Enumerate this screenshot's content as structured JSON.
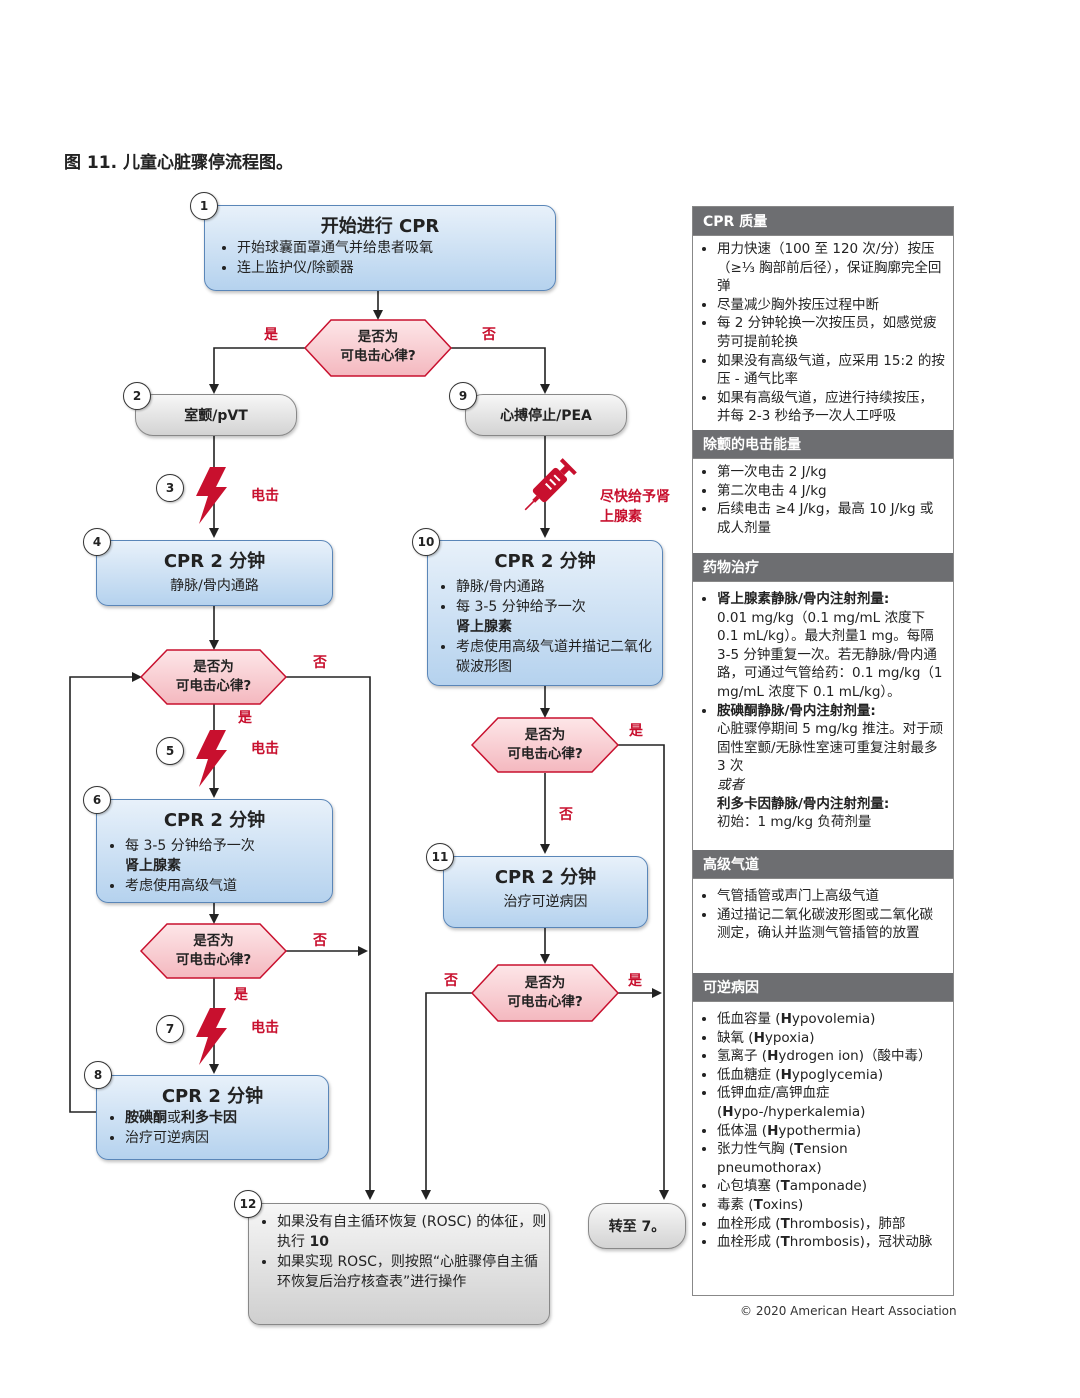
{
  "figure_title": "图 11. 儿童心脏骤停流程图。",
  "nodes": {
    "n1": {
      "num": "1",
      "title": "开始进行 CPR",
      "items": [
        "开始球囊面罩通气并给患者吸氧",
        "连上监护仪/除颤器"
      ]
    },
    "n2": {
      "num": "2",
      "label": "室颤/pVT"
    },
    "n3": {
      "num": "3",
      "label": "电击"
    },
    "n4": {
      "num": "4",
      "title": "CPR 2 分钟",
      "sub": "静脉/骨内通路"
    },
    "n5": {
      "num": "5",
      "label": "电击"
    },
    "n6": {
      "num": "6",
      "title": "CPR 2 分钟",
      "item1": "每 3-5 分钟给予一次",
      "item1b": "肾上腺素",
      "item2": "考虑使用高级气道"
    },
    "n7": {
      "num": "7",
      "label": "电击"
    },
    "n8": {
      "num": "8",
      "title": "CPR 2 分钟",
      "item1a": "胺碘酮",
      "item1mid": "或",
      "item1b": "利多卡因",
      "item2": "治疗可逆病因"
    },
    "n9": {
      "num": "9",
      "label": "心搏停止/PEA"
    },
    "n10": {
      "num": "10",
      "title": "CPR 2 分钟",
      "item1": "静脉/骨内通路",
      "item2": "每 3-5 分钟给予一次",
      "item2b": "肾上腺素",
      "item3": "考虑使用高级气道并描记二氧化碳波形图"
    },
    "n10_drug": "尽快给予肾上腺素",
    "n11": {
      "num": "11",
      "title": "CPR 2 分钟",
      "sub": "治疗可逆病因"
    },
    "n12": {
      "num": "12",
      "item1a": "如果没有自主循环恢复 (ROSC) 的体征，则执行 ",
      "item1b": "10",
      "item2": "如果实现 ROSC，则按照“心脏骤停自主循环恢复后治疗核查表”进行操作"
    },
    "goto7": "转至 7。"
  },
  "decision_line1": "是否为",
  "decision_line2": "可电击心律?",
  "yes": "是",
  "no": "否",
  "panel": {
    "cpr_quality": {
      "header": "CPR 质量",
      "items": [
        "用力快速（100 至 120 次/分）按压（≥⅓ 胸部前后径），保证胸廓完全回弹",
        "尽量减少胸外按压过程中断",
        "每 2 分钟轮换一次按压员，如感觉疲劳可提前轮换",
        "如果没有高级气道，应采用 15:2 的按压 - 通气比率",
        "如果有高级气道，应进行持续按压，并每 2-3 秒给予一次人工呼吸"
      ]
    },
    "shock_energy": {
      "header": "除颤的电击能量",
      "items": [
        "第一次电击 2 J/kg",
        "第二次电击 4 J/kg",
        "后续电击 ≥4 J/kg，最高 10 J/kg 或成人剂量"
      ]
    },
    "drug": {
      "header": "药物治疗",
      "epi_label": "肾上腺素静脉/骨内注射剂量:",
      "epi_text": "0.01 mg/kg（0.1 mg/mL 浓度下 0.1 mL/kg）。最大剂量1 mg。每隔 3-5 分钟重复一次。若无静脉/骨内通路，可通过气管给药：0.1 mg/kg（1 mg/mL 浓度下 0.1 mL/kg）。",
      "amio_label": "胺碘酮静脉/骨内注射剂量:",
      "amio_text": "心脏骤停期间 5 mg/kg 推注。对于顽固性室颤/无脉性室速可重复注射最多 3 次",
      "or": "或者",
      "lido_label": "利多卡因静脉/骨内注射剂量:",
      "lido_text": "初始：1 mg/kg 负荷剂量"
    },
    "airway": {
      "header": "高级气道",
      "items": [
        "气管插管或声门上高级气道",
        "通过描记二氧化碳波形图或二氧化碳测定，确认并监测气管插管的放置"
      ]
    },
    "causes": {
      "header": "可逆病因",
      "items": [
        {
          "a": "低血容量 (",
          "b": "H",
          "c": "ypovolemia)"
        },
        {
          "a": "缺氧 (",
          "b": "H",
          "c": "ypoxia)"
        },
        {
          "a": "氢离子 (",
          "b": "H",
          "c": "ydrogen ion)（酸中毒）"
        },
        {
          "a": "低血糖症 (",
          "b": "H",
          "c": "ypoglycemia)"
        },
        {
          "a": "低钾血症/高钾血症 (",
          "b": "H",
          "c": "ypo-/hyperkalemia)"
        },
        {
          "a": "低体温 (",
          "b": "H",
          "c": "ypothermia)"
        },
        {
          "a": "张力性气胸 (",
          "b": "T",
          "c": "ension pneumothorax)"
        },
        {
          "a": "心包填塞 (",
          "b": "T",
          "c": "amponade)"
        },
        {
          "a": "毒素 (",
          "b": "T",
          "c": "oxins)"
        },
        {
          "a": "血栓形成 (",
          "b": "T",
          "c": "hrombosis)，肺部"
        },
        {
          "a": "血栓形成 (",
          "b": "T",
          "c": "hrombosis)，冠状动脉"
        }
      ]
    }
  },
  "copyright": "© 2020 American Heart Association"
}
